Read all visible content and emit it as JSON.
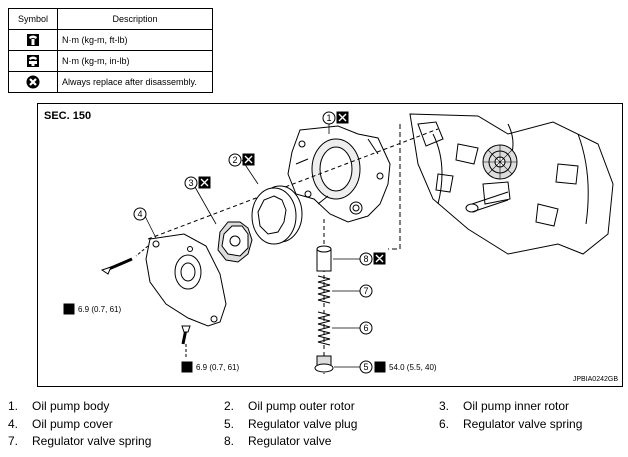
{
  "legend": {
    "headers": {
      "symbol": "Symbol",
      "description": "Description"
    },
    "rows": [
      {
        "icon": "torque-ftlb-icon",
        "text": "N·m (kg-m, ft-lb)"
      },
      {
        "icon": "torque-inlb-icon",
        "text": "N·m (kg-m, in-lb)"
      },
      {
        "icon": "replace-icon",
        "text": "Always replace after disassembly."
      }
    ]
  },
  "diagram": {
    "section": "SEC. 150",
    "code": "JPBIA0242GB",
    "callouts": [
      "1",
      "2",
      "3",
      "4",
      "5",
      "6",
      "7",
      "8"
    ],
    "torques": {
      "t1": "6.9 (0.7, 61)",
      "t2": "6.9 (0.7, 61)",
      "t3": "54.0 (5.5, 40)"
    }
  },
  "parts": [
    {
      "num": "1.",
      "name": "Oil pump body"
    },
    {
      "num": "2.",
      "name": "Oil pump outer rotor"
    },
    {
      "num": "3.",
      "name": "Oil pump inner rotor"
    },
    {
      "num": "4.",
      "name": "Oil pump cover"
    },
    {
      "num": "5.",
      "name": "Regulator valve plug"
    },
    {
      "num": "6.",
      "name": "Regulator valve spring"
    },
    {
      "num": "7.",
      "name": "Regulator valve spring"
    },
    {
      "num": "8.",
      "name": "Regulator valve"
    }
  ],
  "colors": {
    "line": "#000000",
    "fill": "#ffffff",
    "shade": "#dcdcdc"
  }
}
